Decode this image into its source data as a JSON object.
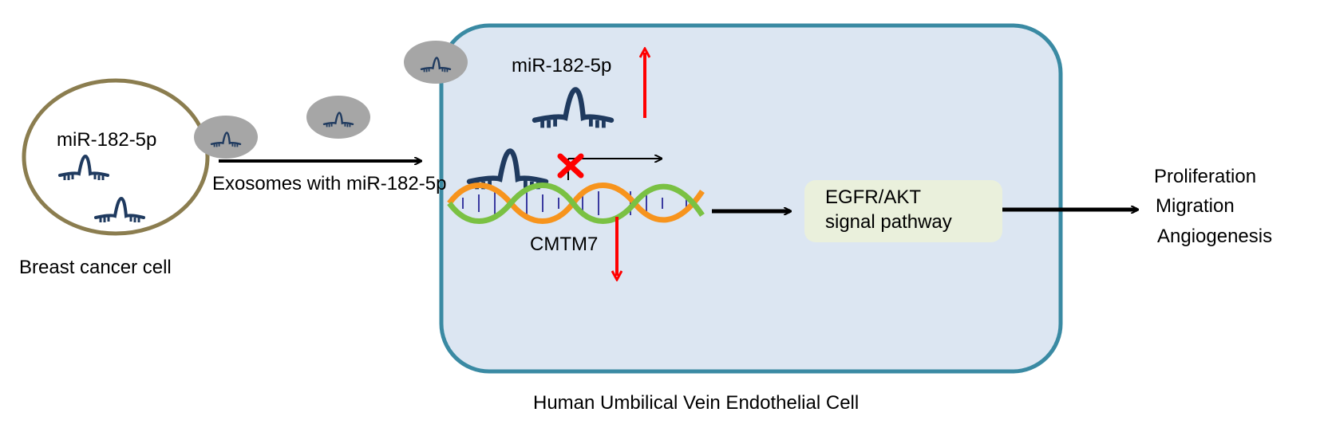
{
  "labels": {
    "breast_cancer_mirna": "miR-182-5p",
    "breast_cancer_cell": "Breast cancer cell",
    "exosomes": "Exosomes with miR-182-5p",
    "huvec_mirna": "miR-182-5p",
    "target_gene": "CMTM7",
    "pathway_line1": "EGFR/AKT",
    "pathway_line2": "signal pathway",
    "outcome_1": "Proliferation",
    "outcome_2": "Migration",
    "outcome_3": "Angiogenesis",
    "huvec_cell": "Human Umbilical Vein Endothelial Cell"
  },
  "colors": {
    "cell_outline": "#8b7d4f",
    "huvec_fill": "#dce6f2",
    "huvec_border": "#3a8aa3",
    "exosome_fill": "#a6a6a6",
    "mirna": "#1f3a5f",
    "up_arrow": "#ff0000",
    "down_arrow": "#ff0000",
    "inhibition_mark": "#ff0000",
    "pathway_fill": "#eaf0dc",
    "dna_strand_a": "#f7941d",
    "dna_strand_b": "#7ac143"
  },
  "regulation": {
    "mirna_in_huvec": "up",
    "target_gene": "down"
  }
}
